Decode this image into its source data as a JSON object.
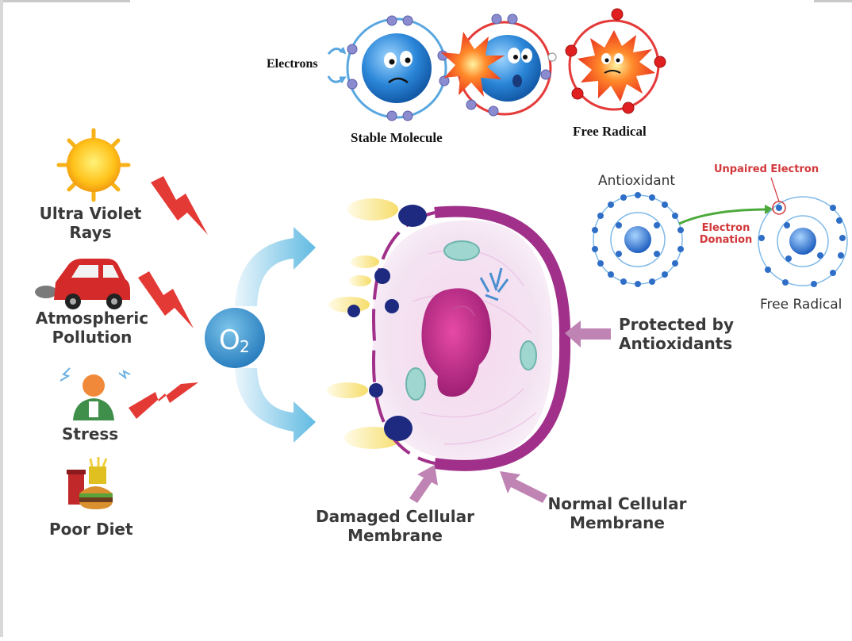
{
  "top": {
    "electrons": "Electrons",
    "stable_molecule": "Stable Molecule",
    "free_radical": "Free Radical"
  },
  "sources": {
    "uv_line1": "Ultra Violet",
    "uv_line2": "Rays",
    "pollution_line1": "Atmospheric",
    "pollution_line2": "Pollution",
    "stress": "Stress",
    "diet": "Poor Diet"
  },
  "oxygen": {
    "label": "O",
    "subscript": "2"
  },
  "antioxidant_panel": {
    "antioxidant": "Antioxidant",
    "unpaired_electron": "Unpaired Electron",
    "donation_line1": "Electron",
    "donation_line2": "Donation",
    "free_radical": "Free Radical"
  },
  "cell": {
    "protected_line1": "Protected by",
    "protected_line2": "Antioxidants",
    "damaged_line1": "Damaged Cellular",
    "damaged_line2": "Membrane",
    "normal_line1": "Normal Cellular",
    "normal_line2": "Membrane"
  },
  "colors": {
    "membrane": "#a0308a",
    "nucleus": "#b0287e",
    "oxygen": "#3f93c9",
    "electron": "#2f6ec6",
    "lightning": "#e43a36",
    "pointer_arrow": "#c084b4"
  }
}
